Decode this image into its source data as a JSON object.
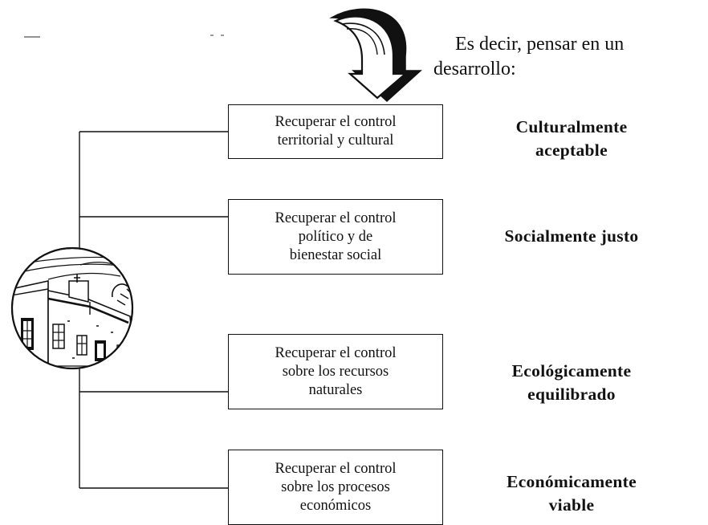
{
  "intro": {
    "line1": "Es decir, pensar en un",
    "line2": "desarrollo:"
  },
  "rows": [
    {
      "box_lines": [
        "Recuperar el control",
        "territorial y cultural"
      ],
      "result_lines": [
        "Culturalmente",
        "aceptable"
      ]
    },
    {
      "box_lines": [
        "Recuperar el control",
        "político y de",
        "bienestar social"
      ],
      "result_lines": [
        "Socialmente justo"
      ]
    },
    {
      "box_lines": [
        "Recuperar el control",
        "sobre los recursos",
        "naturales"
      ],
      "result_lines": [
        "Ecológicamente",
        "equilibrado"
      ]
    },
    {
      "box_lines": [
        "Recuperar el control",
        "sobre los procesos",
        "económicos"
      ],
      "result_lines": [
        "Económicamente",
        "viable"
      ]
    }
  ],
  "colors": {
    "ink": "#111111",
    "paper": "#ffffff"
  },
  "icons": {
    "arrow": "curved-down-arrow-icon",
    "illustration": "town-building-illustration"
  }
}
